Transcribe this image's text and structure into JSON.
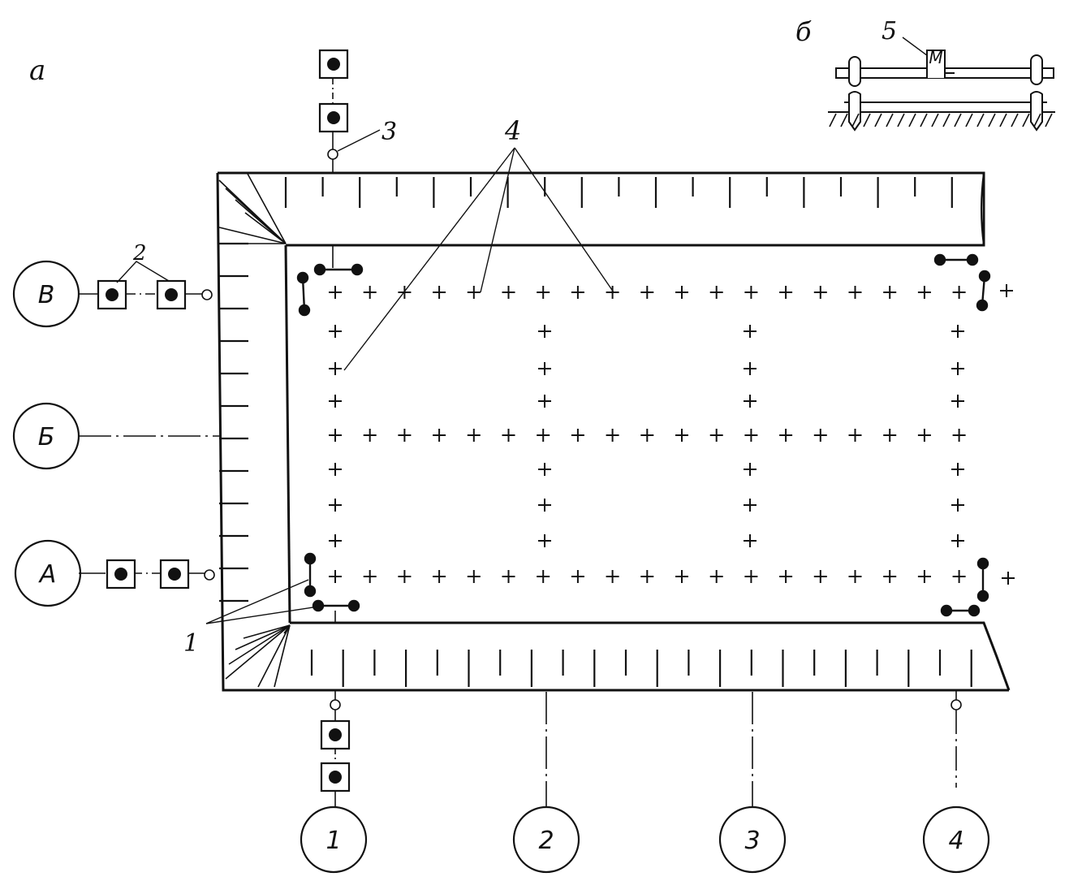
{
  "figure": {
    "panel_a_label": "а",
    "panel_b_label": "б",
    "callouts": {
      "c1": "1",
      "c2": "2",
      "c3": "3",
      "c4": "4",
      "c5": "5"
    },
    "motor_letter": "M"
  },
  "axes": {
    "rows": [
      {
        "label": "В"
      },
      {
        "label": "Б"
      },
      {
        "label": "А"
      }
    ],
    "columns": [
      {
        "label": "1"
      },
      {
        "label": "2"
      },
      {
        "label": "3"
      },
      {
        "label": "4"
      }
    ]
  },
  "ink_color": "#111111",
  "paper_color": "#ffffff"
}
